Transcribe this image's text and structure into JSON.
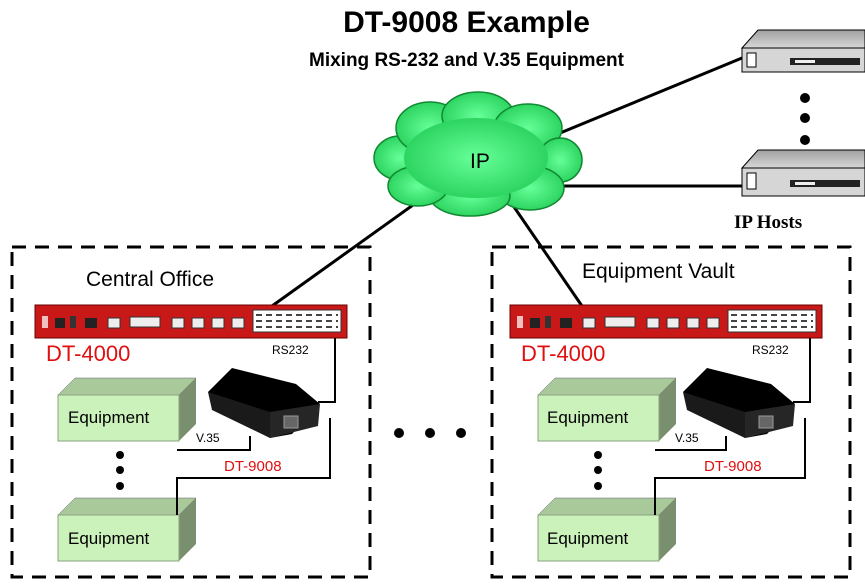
{
  "title": "DT-9008 Example",
  "subtitle": "Mixing RS-232 and V.35 Equipment",
  "cloud": {
    "label": "IP"
  },
  "hosts": {
    "label": "IP Hosts"
  },
  "sites": [
    {
      "label": "Central Office",
      "router": "DT-4000",
      "serial_label": "RS232",
      "converter": "DT-9008",
      "v35_label": "V.35",
      "equipment": [
        "Equipment",
        "Equipment"
      ]
    },
    {
      "label": "Equipment Vault",
      "router": "DT-4000",
      "serial_label": "RS232",
      "converter": "DT-9008",
      "v35_label": "V.35",
      "equipment": [
        "Equipment",
        "Equipment"
      ]
    }
  ],
  "colors": {
    "router": "#c81818",
    "cloud": "#33dd66",
    "equipment": "#ccf2bb",
    "equipment_side": "#7a8f6e",
    "label_red": "#e01010"
  }
}
